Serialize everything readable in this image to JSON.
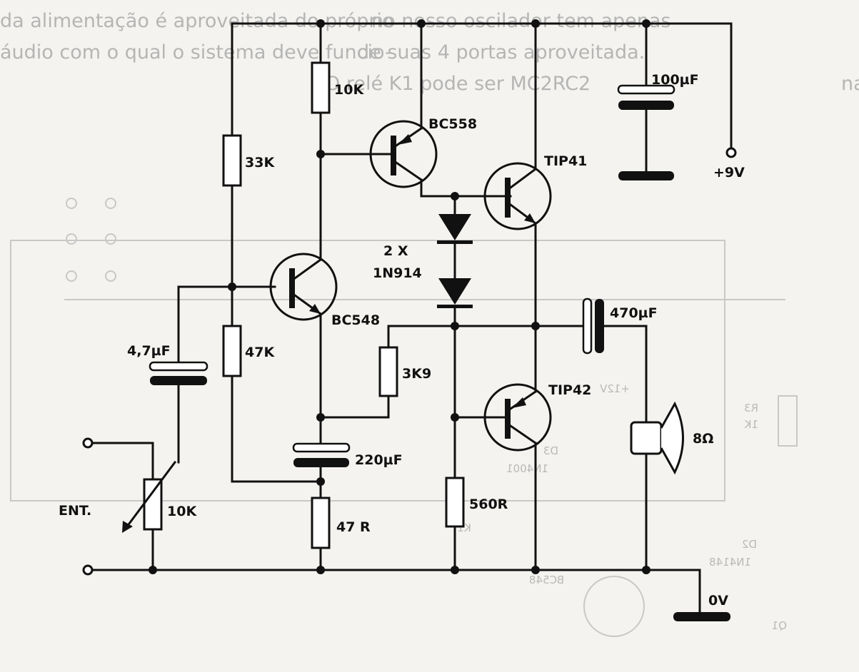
{
  "bleed_text": {
    "col1": [
      "da alimentação é aproveitada do próprio",
      "áudio com o qual o sistema deve funcio-",
      "nar."
    ],
    "col2": [
      "no nosso oscilador tem apenas",
      "de suas 4 portas aproveitada.",
      "O relé K1 pode ser MC2RC2"
    ],
    "mirror": [
      "R3",
      "1K",
      "D3",
      "1N4001",
      "D2",
      "1N4148",
      "BC548",
      "Q1",
      "+12V",
      "K1"
    ]
  },
  "components": {
    "r_10k_top": "10K",
    "r_33k": "33K",
    "r_47k": "47K",
    "r_3k9": "3K9",
    "r_47r": "47 R",
    "r_560r": "560R",
    "pot_10k": "10K",
    "q_bc558": "BC558",
    "q_bc548": "BC548",
    "q_tip41": "TIP41",
    "q_tip42": "TIP42",
    "diodes_count": "2 X",
    "diodes_part": "1N914",
    "c_100uf": "100µF",
    "c_470uf": "470µF",
    "c_220uf": "220µF",
    "c_4_7uf": "4,7µF",
    "speaker": "8Ω"
  },
  "terminals": {
    "supply": "+9V",
    "ground": "0V",
    "input": "ENT."
  },
  "colors": {
    "ink": "#111111",
    "paper": "#f4f3ef",
    "bleed": "#b5b5b5"
  }
}
